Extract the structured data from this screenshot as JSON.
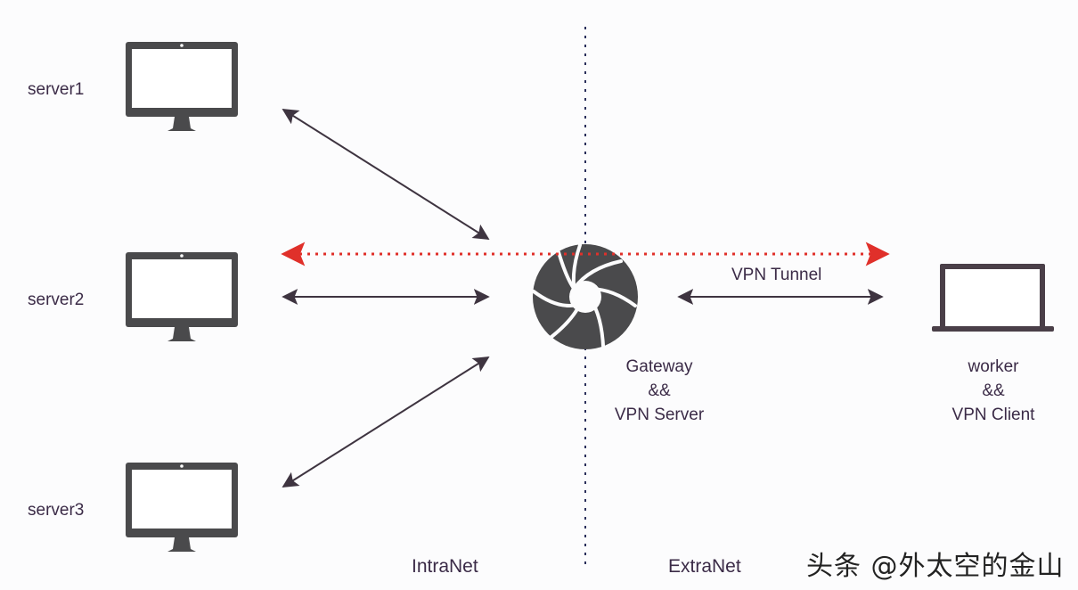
{
  "servers": [
    {
      "label": "server1"
    },
    {
      "label": "server2"
    },
    {
      "label": "server3"
    }
  ],
  "gateway": {
    "lines": [
      "Gateway",
      "&&",
      "VPN Server"
    ]
  },
  "worker": {
    "lines": [
      "worker",
      "&&",
      "VPN Client"
    ]
  },
  "tunnel_label": "VPN Tunnel",
  "zones": {
    "intranet": "IntraNet",
    "extranet": "ExtraNet"
  },
  "watermark": "头条 @外太空的金山",
  "colors": {
    "device": "#4a4a4c",
    "tunnel": "#e0302a",
    "arrow": "#3e3440",
    "divider": "#2a2f5a"
  }
}
